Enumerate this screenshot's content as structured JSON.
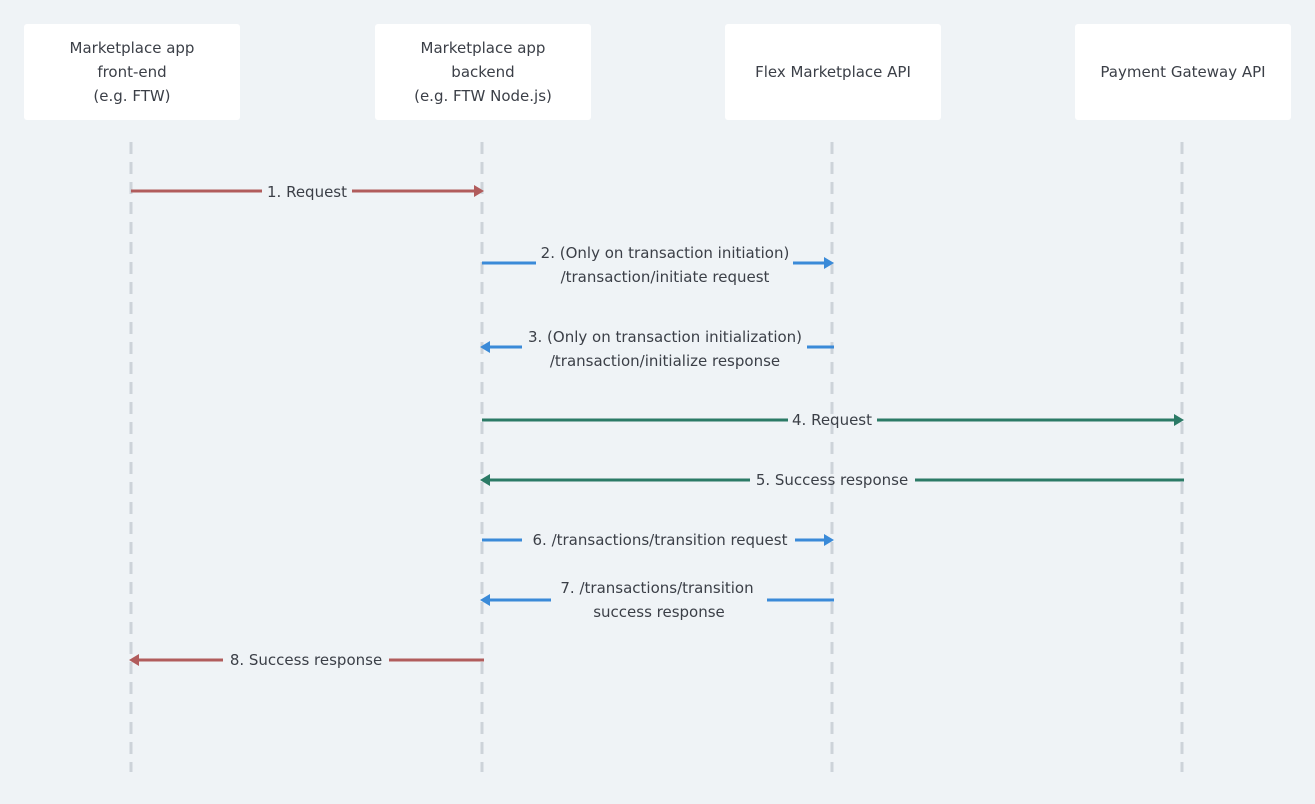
{
  "actors": [
    {
      "label": "Marketplace app\nfront-end\n(e.g. FTW)"
    },
    {
      "label": "Marketplace app\nbackend\n(e.g. FTW Node.js)"
    },
    {
      "label": "Flex Marketplace API"
    },
    {
      "label": "Payment Gateway API"
    }
  ],
  "messages": [
    {
      "lines": [
        "1. Request"
      ],
      "color": "#b15c5c"
    },
    {
      "lines": [
        "2. (Only on transaction initiation)",
        "/transaction/initiate request"
      ],
      "color": "#3a8ad8"
    },
    {
      "lines": [
        "3. (Only on transaction initialization)",
        "/transaction/initialize response"
      ],
      "color": "#3a8ad8"
    },
    {
      "lines": [
        "4. Request"
      ],
      "color": "#2b7a66"
    },
    {
      "lines": [
        "5. Success response"
      ],
      "color": "#2b7a66"
    },
    {
      "lines": [
        "6. /transactions/transition request"
      ],
      "color": "#3a8ad8"
    },
    {
      "lines": [
        "7. /transactions/transition",
        "success response"
      ],
      "color": "#3a8ad8"
    },
    {
      "lines": [
        "8. Success response"
      ],
      "color": "#b15c5c"
    }
  ],
  "colors": {
    "background": "#eff3f6",
    "lifeline": "#cdd3d9",
    "frontend_backend": "#b15c5c",
    "flex_api": "#3a8ad8",
    "payment_gateway": "#2b7a66"
  }
}
